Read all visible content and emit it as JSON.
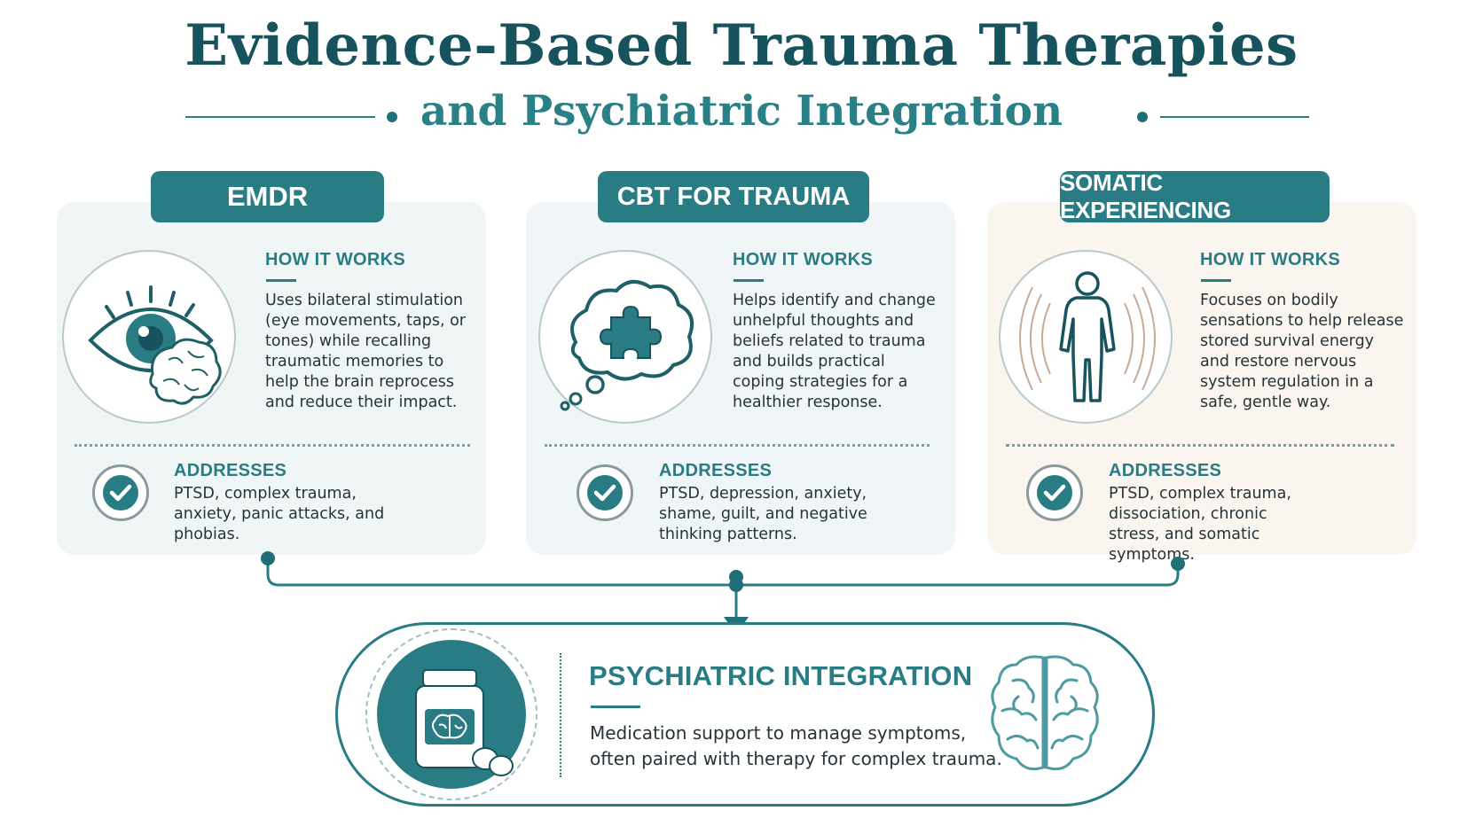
{
  "header": {
    "title": "Evidence-Based Trauma Therapies",
    "subtitle": "and Psychiatric Integration"
  },
  "therapies": [
    {
      "name": "EMDR",
      "icon": "eye-brain-icon",
      "how_heading": "HOW IT WORKS",
      "how_text": "Uses bilateral stimulation (eye movements, taps, or tones) while recalling traumatic memories to help the brain reprocess and reduce their impact.",
      "addresses_heading": "ADDRESSES",
      "addresses_text": "PTSD, complex trauma, anxiety, panic attacks, and phobias."
    },
    {
      "name": "CBT FOR TRAUMA",
      "icon": "thought-cloud-puzzle-icon",
      "how_heading": "HOW IT WORKS",
      "how_text": "Helps identify and change unhelpful thoughts and beliefs related to trauma and builds practical coping strategies for a healthier response.",
      "addresses_heading": "ADDRESSES",
      "addresses_text": "PTSD, depression, anxiety, shame, guilt, and negative thinking patterns."
    },
    {
      "name": "SOMATIC EXPERIENCING",
      "icon": "body-outline-icon",
      "how_heading": "HOW IT WORKS",
      "how_text": "Focuses on bodily sensations to help release stored survival energy and restore nervous system regulation in a safe, gentle way.",
      "addresses_heading": "ADDRESSES",
      "addresses_text": "PTSD, complex trauma, dissociation, chronic stress, and somatic symptoms."
    }
  ],
  "integration": {
    "title": "PSYCHIATRIC INTEGRATION",
    "text": "Medication support to manage symptoms, often paired with therapy for complex trauma.",
    "icons": [
      "medication-bottle-icon",
      "brain-icon"
    ]
  },
  "colors": {
    "title": "#17535c",
    "accent": "#2a7c84",
    "card_emdr": "#f0f6f6",
    "card_cbt": "#f0f5f7",
    "card_somatic": "#fbf5f0"
  }
}
